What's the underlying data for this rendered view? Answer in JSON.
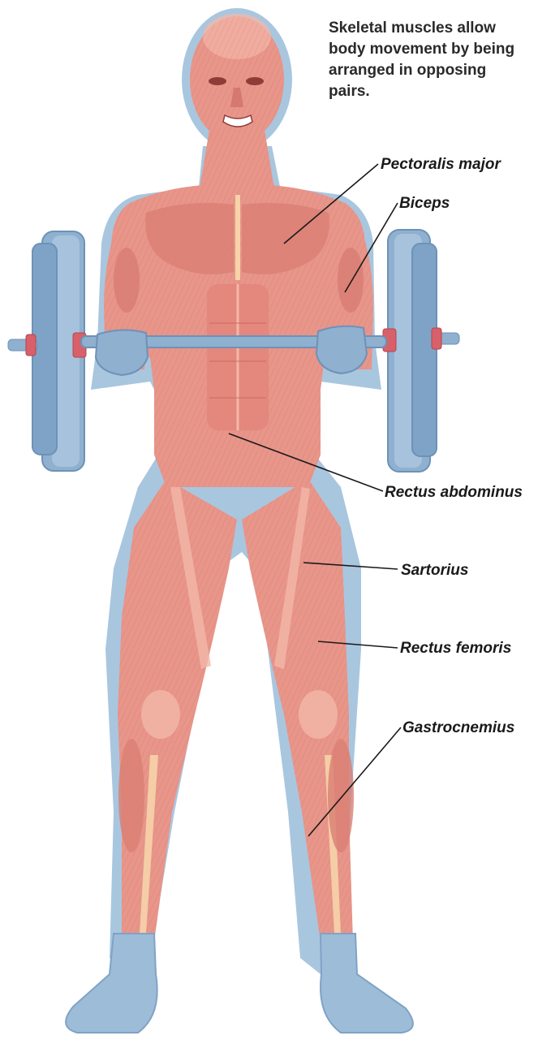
{
  "caption": "Skeletal muscles allow body movement by being arranged in opposing pairs.",
  "labels": {
    "pectoralis": "Pectoralis major",
    "biceps": "Biceps",
    "rectus_abdominus": "Rectus abdominus",
    "sartorius": "Sartorius",
    "rectus_femoris": "Rectus femoris",
    "gastrocnemius": "Gastrocnemius"
  },
  "colors": {
    "muscle": "#e8958a",
    "muscle_dark": "#c9675e",
    "muscle_light": "#f3b8a8",
    "tendon": "#f6d3a8",
    "outline": "#a9c6df",
    "equipment": "#8fb0cf",
    "equipment_dark": "#6d92b8",
    "collar": "#d8606a",
    "leader_line": "#1a1a1a"
  }
}
